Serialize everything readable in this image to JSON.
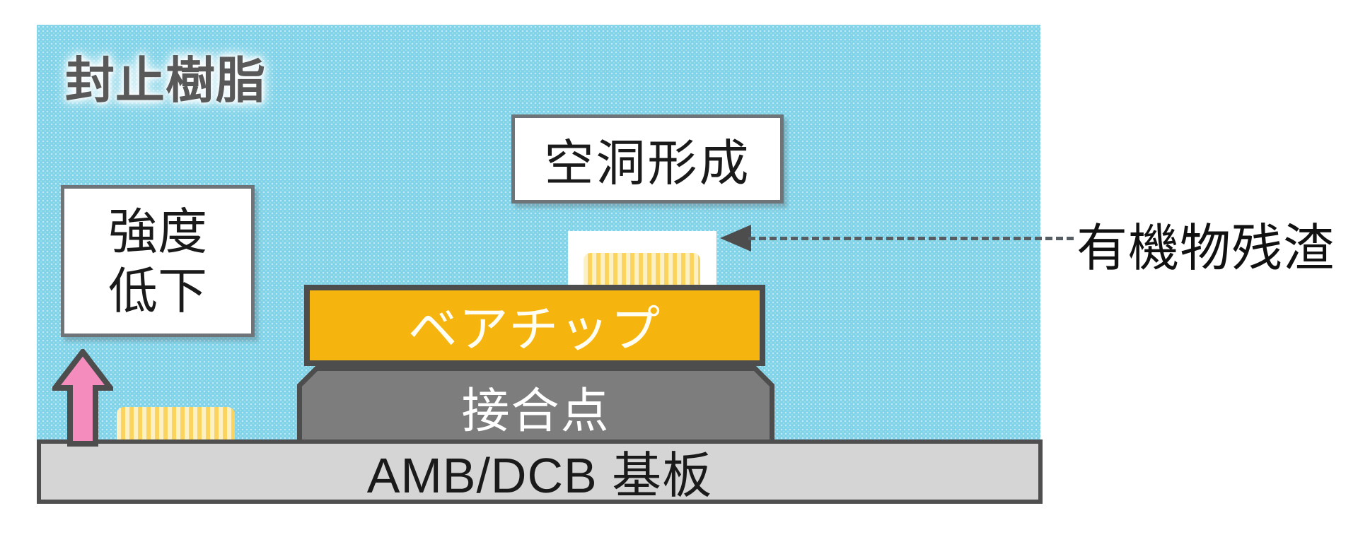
{
  "diagram": {
    "title_context": "power-module packaging cross-section failure diagram",
    "labels": {
      "resin": "封止樹脂",
      "void_box": "空洞形成",
      "strength_line1": "強度",
      "strength_line2": "低下",
      "chip": "ベアチップ",
      "joint": "接合点",
      "substrate": "AMB/DCB 基板",
      "residue": "有機物残渣"
    },
    "colors": {
      "resin_blue": "#7fd2ea",
      "chip_orange": "#f6b40f",
      "joint_gray": "#7d7d7d",
      "substrate_gray": "#d5d5d5",
      "outline_dark": "#4d4d4d",
      "callout_border": "#6e7477",
      "arrow_pink": "#f48cbd",
      "stripe_cream": "#fdf1c4",
      "stripe_yellow": "#fbd45f",
      "pointer_gray": "#565d63",
      "text_dark": "#1a1a1a",
      "text_resin": "#595959",
      "text_white": "#ffffff"
    }
  }
}
